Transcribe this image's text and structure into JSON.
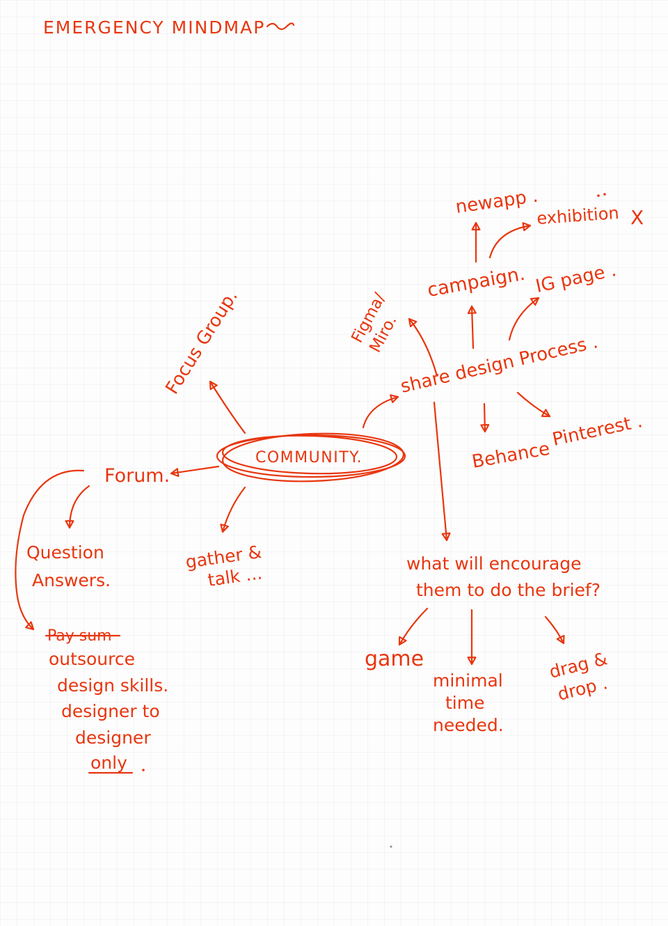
{
  "title": "EMERGENCY MINDMAP",
  "center": "COMMUNITY.",
  "branches": {
    "focus_group": "Focus Group.",
    "forum": "Forum.",
    "question": "Question",
    "answers": "Answers.",
    "struck": "Pay sum",
    "outsource": "outsource",
    "design_skills": "design skills.",
    "designer_to": "designer to",
    "designer": "designer",
    "only": "only",
    "gather": "gather &",
    "talk": "talk ...",
    "share": "share design Process .",
    "figma": "Figma/",
    "miro": "Miro.",
    "campaign": "campaign.",
    "newapp": "newapp .",
    "exhibition": "exhibition",
    "exhibition_mark": "X",
    "ig": "IG page .",
    "behance": "Behance",
    "pinterest": "Pinterest .",
    "question_big_1": "what will encourage",
    "question_big_2": "them to do the brief?",
    "game": "game",
    "minimal": "minimal",
    "time": "time",
    "needed": "needed.",
    "drag": "drag &",
    "drop": "drop ."
  },
  "ink_color": "#e8360f"
}
